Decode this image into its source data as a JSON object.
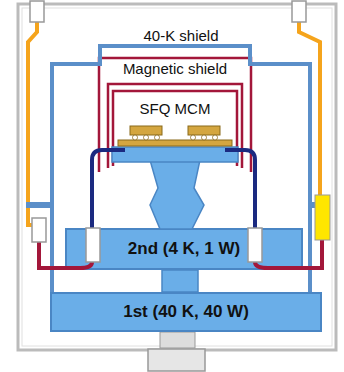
{
  "diagram": {
    "nodes": [
      {
        "text": [
          "40-K shield"
        ]
      },
      {
        "text": [
          "Magnetic shield"
        ],
        "in": 0
      },
      {
        "text": [
          "SFQ MCM"
        ],
        "in": 1
      },
      {
        "text": [
          "2nd (4 K, 1 W)"
        ],
        "in": 0
      },
      {
        "text": [
          "1st (40 K, 40 W)"
        ]
      }
    ]
  }
}
